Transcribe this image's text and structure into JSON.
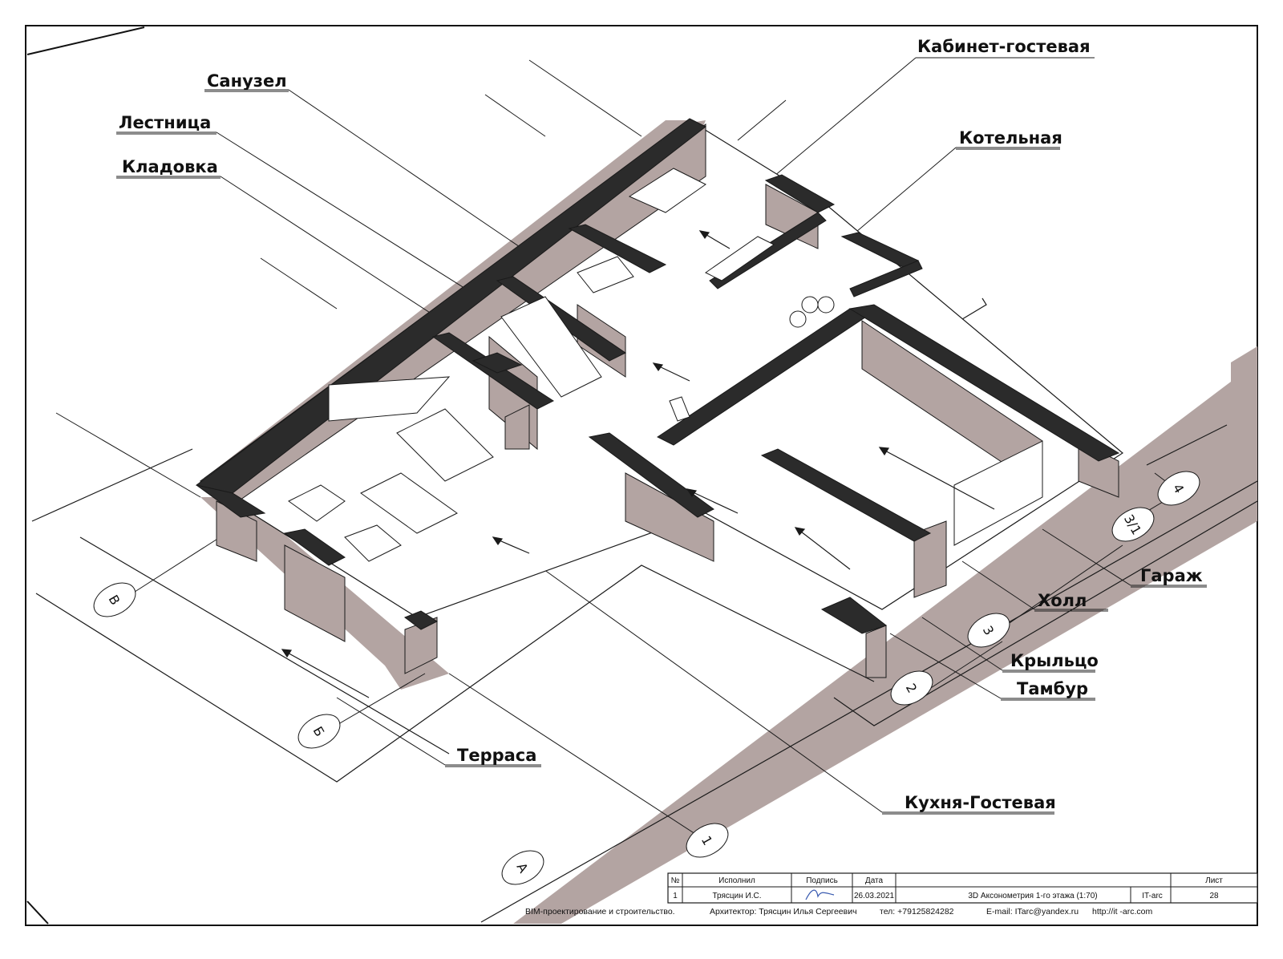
{
  "rooms": {
    "kabinet": "Кабинет-гостевая",
    "sanuzel": "Санузел",
    "lestnica": "Лестница",
    "kladovka": "Кладовка",
    "kotelnaya": "Котельная",
    "garazh": "Гараж",
    "holl": "Холл",
    "krylco": "Крыльцо",
    "tambur": "Тамбур",
    "terrasa": "Терраса",
    "kuhnya": "Кухня-Гостевая"
  },
  "axes": {
    "v": "В",
    "b": "Б",
    "a": "А",
    "n1": "1",
    "n2": "2",
    "n3": "3",
    "n31": "3/1",
    "n4": "4"
  },
  "title_block": {
    "h_no": "№",
    "h_performer": "Исполнил",
    "h_signature": "Подпись",
    "h_date": "Дата",
    "h_sheet": "Лист",
    "row_no": "1",
    "row_performer": "Трясцин И.С.",
    "row_date": "26.03.2021",
    "row_title": "3D Аксонометрия 1-го этажа (1:70)",
    "row_logo": "IT-arc",
    "row_sheet": "28"
  },
  "footer": {
    "company": "BIM-проектирование и строительство.",
    "architect": "Архитектор: Трясцин Илья Сергеевич",
    "phone": "тел: +79125824282",
    "email": "E-mail: ITarc@yandex.ru",
    "site": "http://it -arc.com"
  },
  "colors": {
    "wall_top": "#2b2b2b",
    "wall_face": "#b3a4a2",
    "line": "#1a1a1a"
  }
}
